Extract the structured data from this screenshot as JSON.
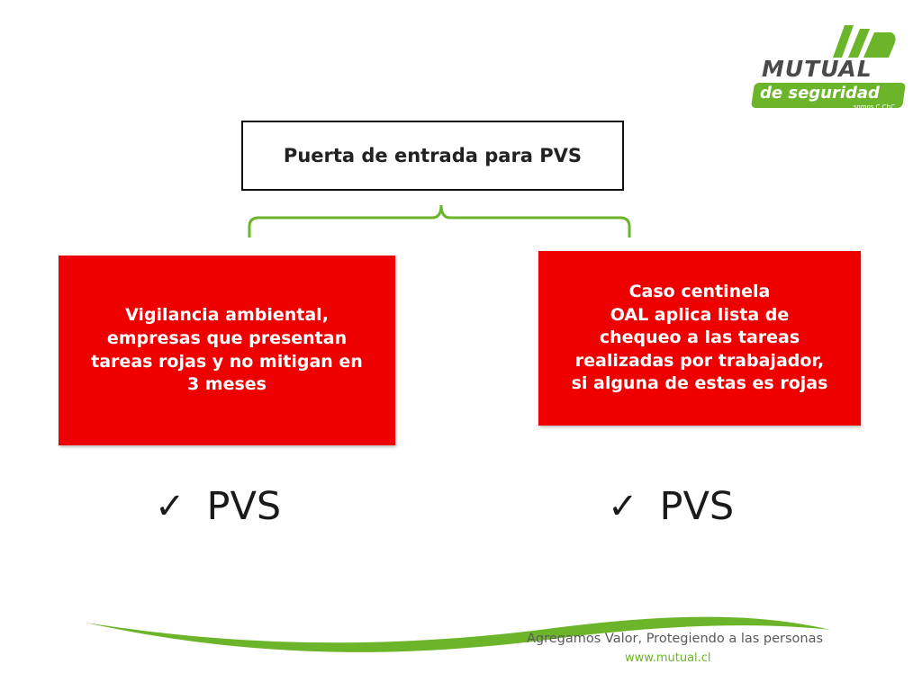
{
  "colors": {
    "accent_green": "#6cb52b",
    "box_red": "#ee0000",
    "text_dark": "#222222"
  },
  "logo": {
    "word": "MUTUAL",
    "sub": "de seguridad",
    "tiny": "somos C.ChC"
  },
  "top_box": {
    "label": "Puerta de entrada para PVS"
  },
  "left_box": {
    "lines": [
      "Vigilancia ambiental,",
      "empresas que presentan",
      "tareas rojas y no mitigan en",
      "3 meses"
    ]
  },
  "right_box": {
    "lines": [
      "Caso centinela",
      "OAL aplica lista de",
      "chequeo a las tareas",
      "realizadas por trabajador,",
      "si alguna de estas es rojas"
    ]
  },
  "pvs_left": {
    "check": "✓",
    "label": "PVS"
  },
  "pvs_right": {
    "check": "✓",
    "label": "PVS"
  },
  "footer": {
    "tagline": "Agregamos Valor, Protegiendo a las personas",
    "url": "www.mutual.cl"
  }
}
